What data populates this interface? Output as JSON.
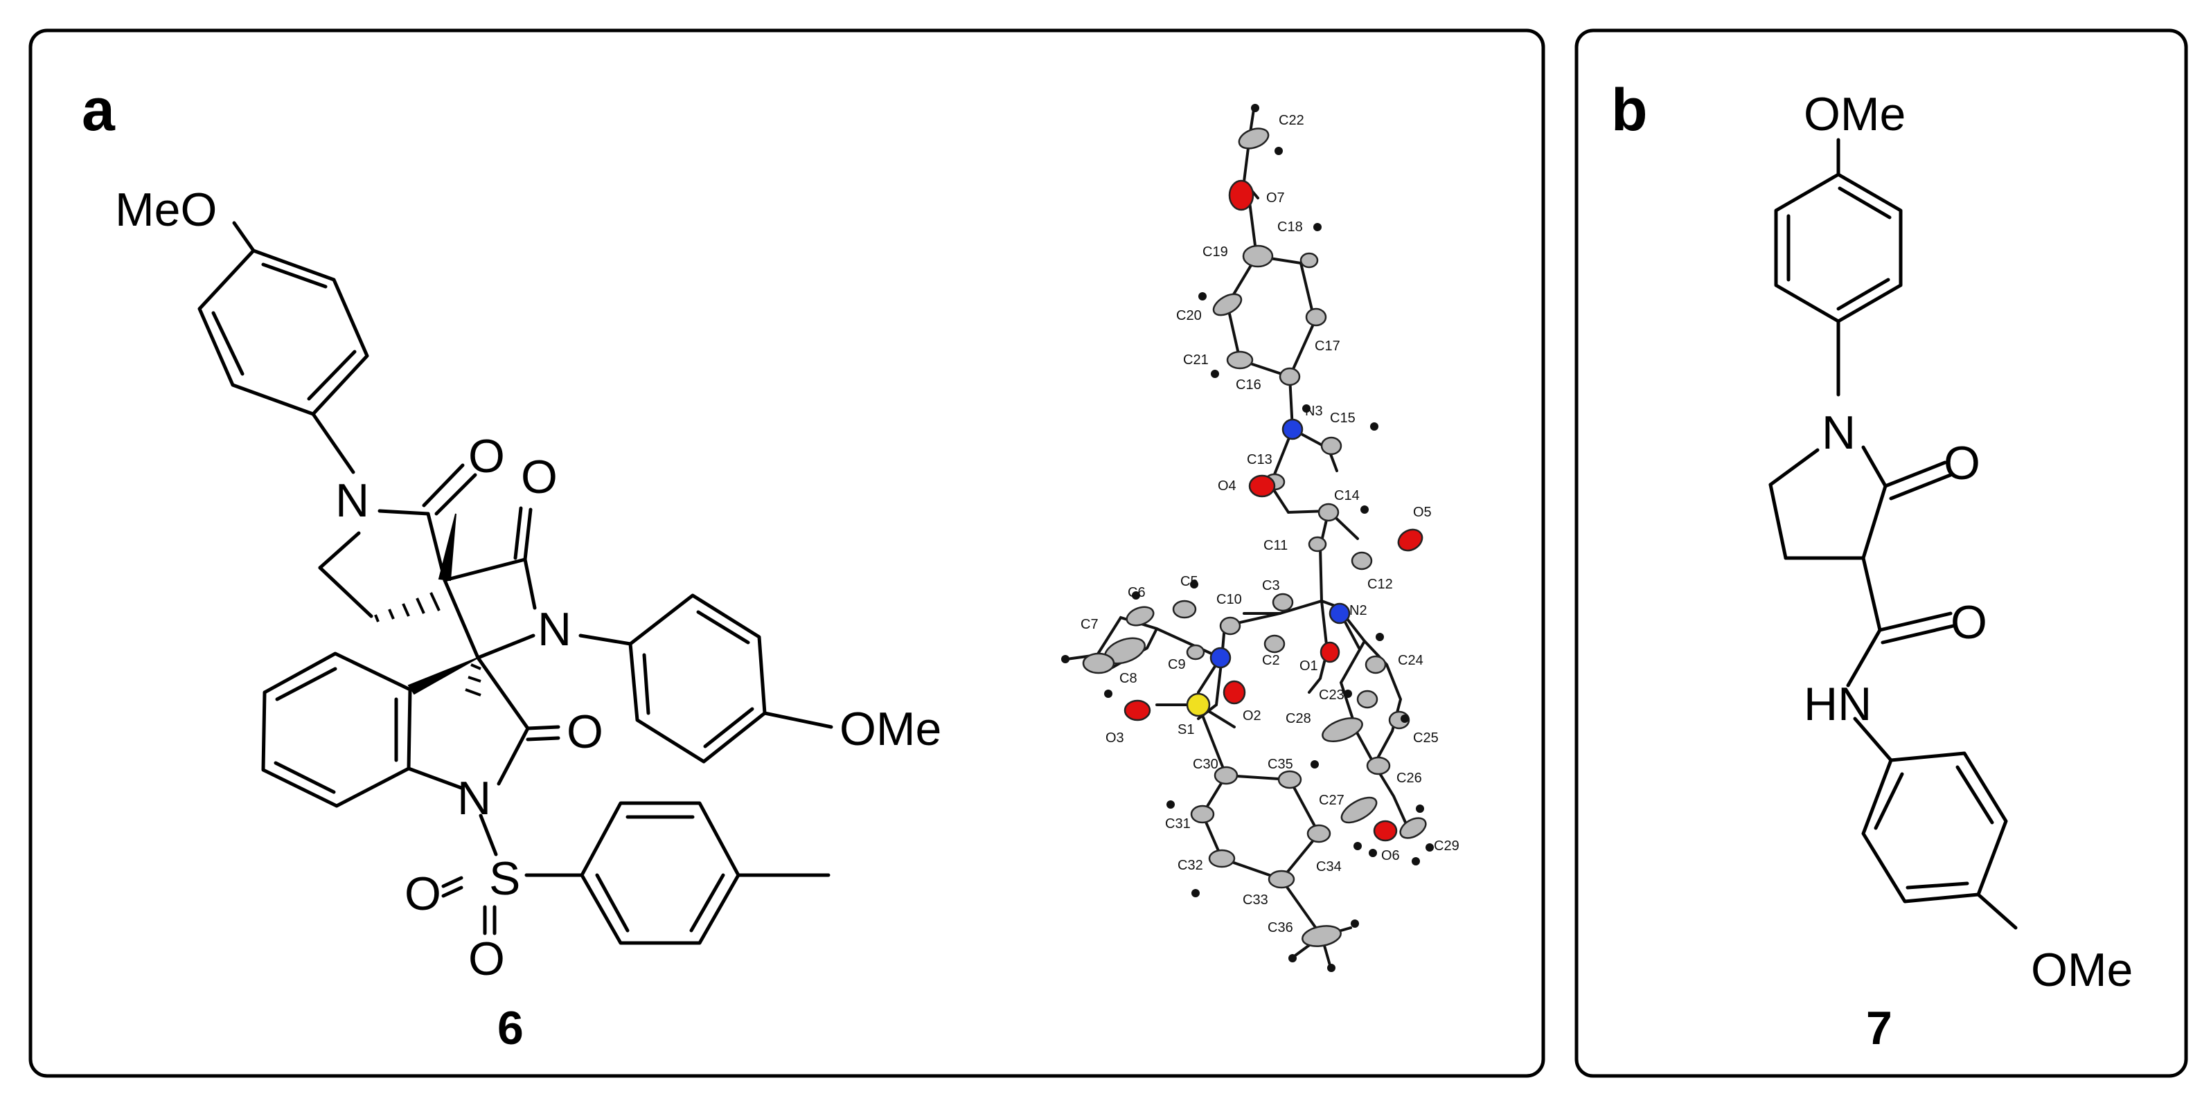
{
  "panels": [
    {
      "id": "a",
      "label": "a",
      "compound": "6"
    },
    {
      "id": "b",
      "label": "b",
      "compound": "7"
    }
  ],
  "atom_labels": {
    "meo": "MeO",
    "ome": "OMe",
    "n": "N",
    "o": "O",
    "s": "S",
    "hn": "HN"
  },
  "ortep_labels": [
    "C22",
    "O7",
    "C18",
    "C19",
    "C20",
    "C17",
    "C21",
    "C16",
    "N3",
    "C15",
    "C13",
    "O4",
    "C14",
    "O5",
    "C11",
    "C12",
    "C5",
    "C6",
    "C10",
    "C3",
    "N2",
    "C7",
    "C9",
    "C2",
    "O1",
    "C8",
    "C24",
    "C23",
    "O2",
    "O3",
    "S1",
    "C28",
    "C25",
    "C30",
    "C35",
    "C26",
    "C27",
    "C31",
    "O6",
    "C29",
    "C32",
    "C34",
    "C33",
    "C36"
  ],
  "colors": {
    "carbon": "#b9b9b9",
    "oxygen": "#e01010",
    "nitrogen": "#2040e0",
    "sulfur": "#f0e020",
    "frame": "#000000"
  }
}
